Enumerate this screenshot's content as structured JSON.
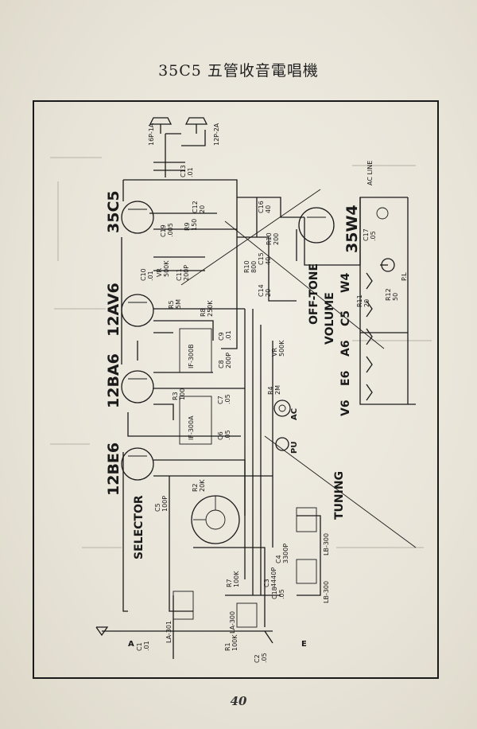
{
  "page": {
    "title": "35C5 五管收音電唱機",
    "page_number": "40"
  },
  "schematic": {
    "tubes": [
      "35C5",
      "12AV6",
      "12BA6",
      "12BE6",
      "35W4"
    ],
    "controls": [
      "OFF-TONE",
      "VOLUME",
      "TUNING",
      "SELECTOR"
    ],
    "heater_chain": [
      "W4",
      "C5",
      "A6",
      "E6",
      "V6"
    ],
    "transformers": [
      "IF-300B",
      "IF-300A",
      "LB-300",
      "LB-300",
      "LA-301",
      "LA-300"
    ],
    "speakers": [
      "16P-1A",
      "12P-2A"
    ],
    "ac_line": "AC LINE",
    "ac_jack": "AC",
    "pu_jack": "PU",
    "antenna": "A",
    "earth": "E",
    "pilot": "P.L",
    "components": [
      {
        "ref": "C13",
        "value": ".01"
      },
      {
        "ref": "C12",
        "value": "20"
      },
      {
        "ref": "R9",
        "value": "150"
      },
      {
        "ref": "C19",
        "value": ".005"
      },
      {
        "ref": "C11",
        "value": "200P"
      },
      {
        "ref": "VR",
        "value": "500K"
      },
      {
        "ref": "C10",
        "value": ".01"
      },
      {
        "ref": "R8",
        "value": "250K"
      },
      {
        "ref": "R5",
        "value": "5M"
      },
      {
        "ref": "C9",
        "value": ".01"
      },
      {
        "ref": "C8",
        "value": "200P"
      },
      {
        "ref": "VR",
        "value": "500K"
      },
      {
        "ref": "R4",
        "value": "2M"
      },
      {
        "ref": "R3",
        "value": "100"
      },
      {
        "ref": "C7",
        "value": ".05"
      },
      {
        "ref": "C6",
        "value": ".05"
      },
      {
        "ref": "R2",
        "value": "20K"
      },
      {
        "ref": "C5",
        "value": "100P"
      },
      {
        "ref": "C4",
        "value": "3300P"
      },
      {
        "ref": "C3",
        "value": "4440P"
      },
      {
        "ref": "C18",
        "value": ".05"
      },
      {
        "ref": "R7",
        "value": "100K"
      },
      {
        "ref": "R1",
        "value": "100K"
      },
      {
        "ref": "C1",
        "value": ".01"
      },
      {
        "ref": "C2",
        "value": ".05"
      },
      {
        "ref": "C16",
        "value": "40"
      },
      {
        "ref": "R10",
        "value": "200"
      },
      {
        "ref": "C15",
        "value": "40"
      },
      {
        "ref": "R10",
        "value": "800"
      },
      {
        "ref": "C14",
        "value": "20"
      },
      {
        "ref": "C17",
        "value": ".05"
      },
      {
        "ref": "R11",
        "value": "20"
      },
      {
        "ref": "R12",
        "value": "50"
      }
    ]
  }
}
